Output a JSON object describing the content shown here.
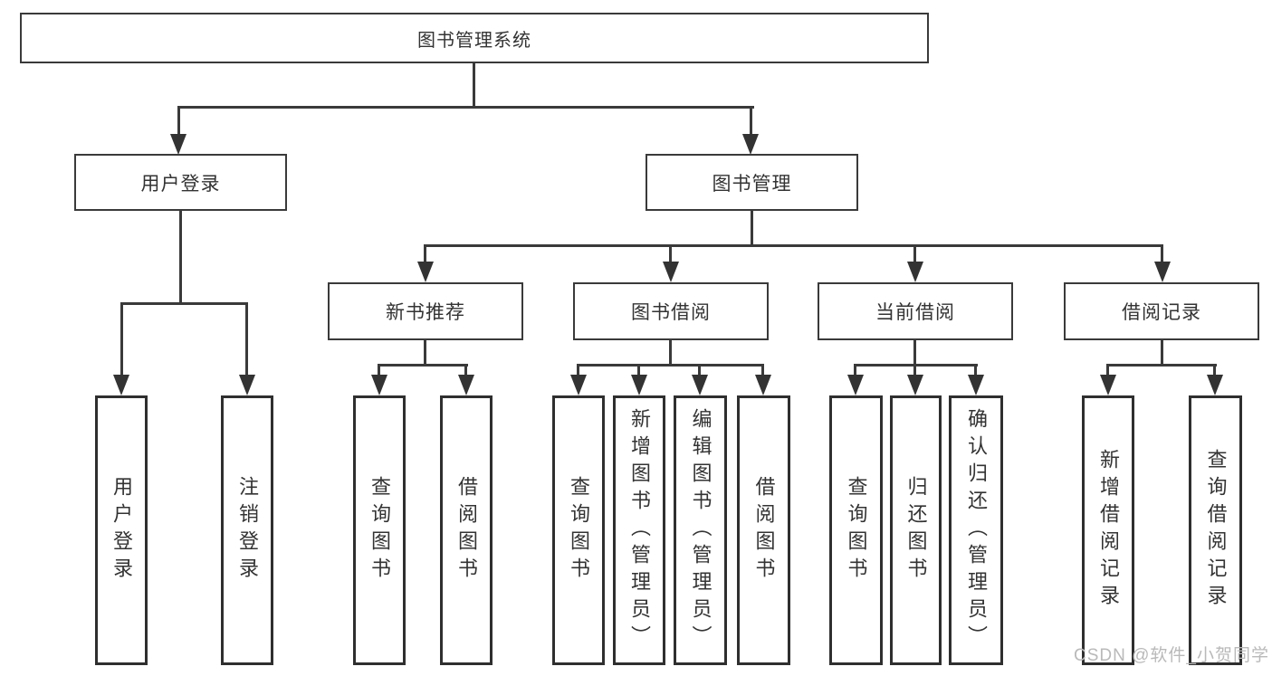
{
  "colors": {
    "line": "#3a3a3a",
    "box_border": "#2f2f2f",
    "text": "#333333",
    "watermark": "#b9b9b9",
    "background": "#ffffff"
  },
  "watermark": {
    "text": "CSDN @软件_小贺同学"
  },
  "tree": {
    "root": {
      "label": "图书管理系统",
      "children": [
        {
          "label": "用户登录",
          "children": [
            {
              "label": "用户登录"
            },
            {
              "label": "注销登录"
            }
          ]
        },
        {
          "label": "图书管理",
          "children": [
            {
              "label": "新书推荐",
              "children": [
                {
                  "label": "查询图书"
                },
                {
                  "label": "借阅图书"
                }
              ]
            },
            {
              "label": "图书借阅",
              "children": [
                {
                  "label": "查询图书"
                },
                {
                  "label": "新增图书（管理员）"
                },
                {
                  "label": "编辑图书（管理员）"
                },
                {
                  "label": "借阅图书"
                }
              ]
            },
            {
              "label": "当前借阅",
              "children": [
                {
                  "label": "查询图书"
                },
                {
                  "label": "归还图书"
                },
                {
                  "label": "确认归还（管理员）"
                }
              ]
            },
            {
              "label": "借阅记录",
              "children": [
                {
                  "label": "新增借阅记录"
                },
                {
                  "label": "查询借阅记录"
                }
              ]
            }
          ]
        }
      ]
    }
  }
}
